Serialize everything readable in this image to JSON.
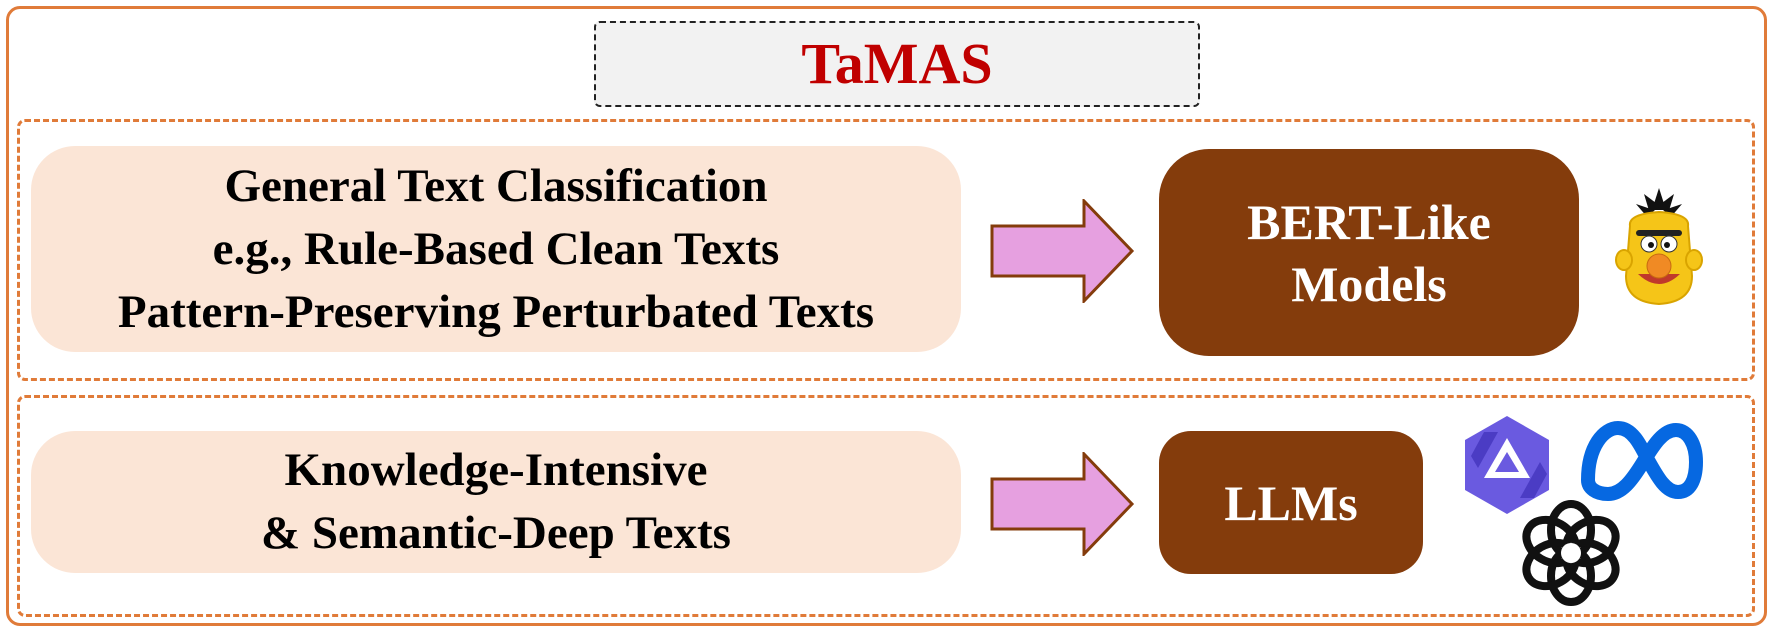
{
  "title": "TaMAS",
  "colors": {
    "frame": "#e07b39",
    "title_text": "#c00000",
    "input_fill": "#fbe5d6",
    "model_fill": "#843c0c",
    "arrow_fill": "#e6a0e0",
    "arrow_stroke": "#843c0c"
  },
  "top_row": {
    "input_lines": [
      "General Text Classification",
      "e.g., Rule-Based Clean Texts",
      "Pattern-Preserving Perturbated Texts"
    ],
    "model_lines": [
      "BERT-Like",
      "Models"
    ],
    "icon": "bert-character-icon"
  },
  "bottom_row": {
    "input_lines": [
      "Knowledge-Intensive",
      "& Semantic-Deep Texts"
    ],
    "model_lines": [
      "LLMs"
    ],
    "icons": [
      "qwen-logo-icon",
      "meta-logo-icon",
      "openai-logo-icon"
    ]
  }
}
